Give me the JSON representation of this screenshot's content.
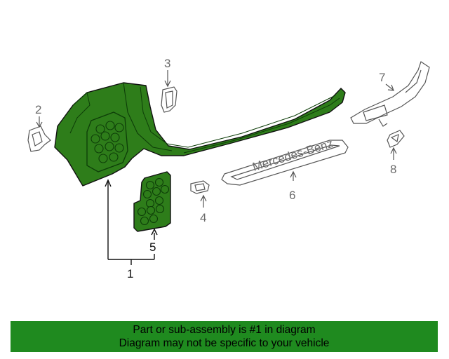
{
  "diagram": {
    "callouts": {
      "c1": "1",
      "c2": "2",
      "c3": "3",
      "c4": "4",
      "c5": "5",
      "c6": "6",
      "c7": "7",
      "c8": "8"
    },
    "sill_lettering": "Mercedes-Benz"
  },
  "footer": {
    "line1": "Part or sub-assembly is #1 in diagram",
    "line2": "Diagram may not be specific to your vehicle"
  },
  "colors": {
    "highlight_part": "#2e7d1a",
    "footer_bg": "#1f8a1f",
    "line_art": "#555555"
  }
}
